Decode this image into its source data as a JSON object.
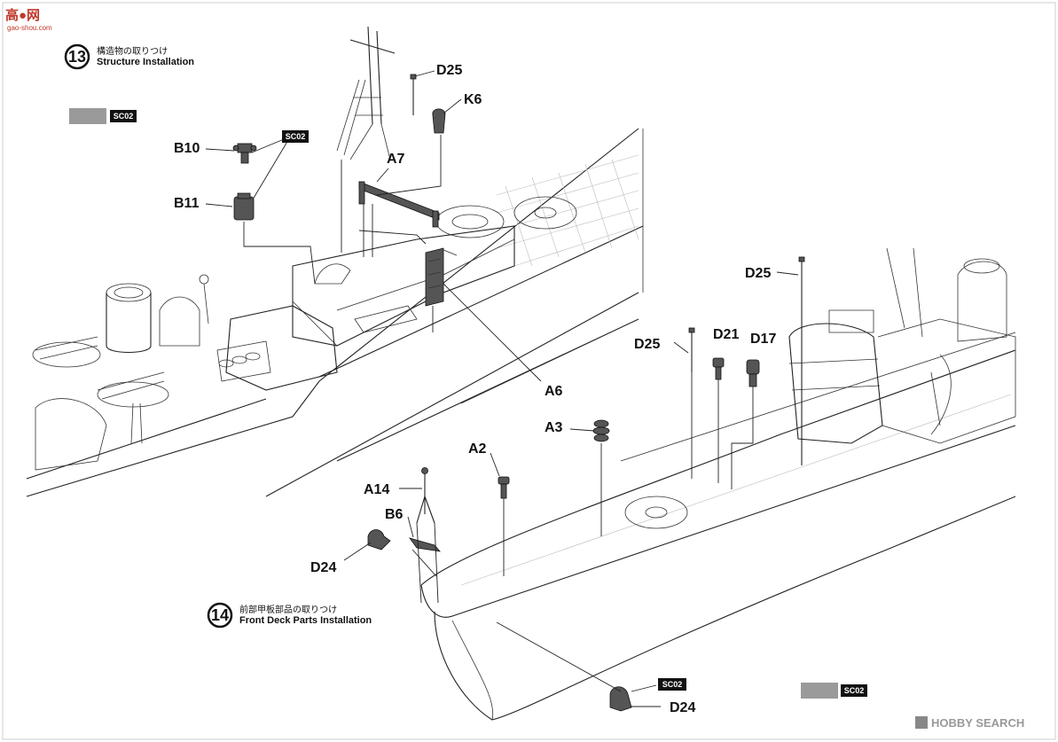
{
  "watermark_top": {
    "brand": "高●网",
    "site": "gao-shou.com"
  },
  "watermark_bottom": {
    "brand": "HOBBY SEARCH"
  },
  "step13": {
    "number": "13",
    "title_jp": "構造物の取りつけ",
    "title_en": "Structure Installation"
  },
  "step14": {
    "number": "14",
    "title_jp": "前部甲板部品の取りつけ",
    "title_en": "Front Deck Parts Installation"
  },
  "color_code": {
    "label": "SC02",
    "swatch_color": "#9a9a9a"
  },
  "parts": {
    "b10": "B10",
    "b11": "B11",
    "d25_top": "D25",
    "k6": "K6",
    "a7": "A7",
    "a6": "A6",
    "d25_right": "D25",
    "d25_mid": "D25",
    "d21": "D21",
    "d17": "D17",
    "a3": "A3",
    "a2": "A2",
    "a14": "A14",
    "b6": "B6",
    "d24_left": "D24",
    "d24_bottom": "D24"
  }
}
